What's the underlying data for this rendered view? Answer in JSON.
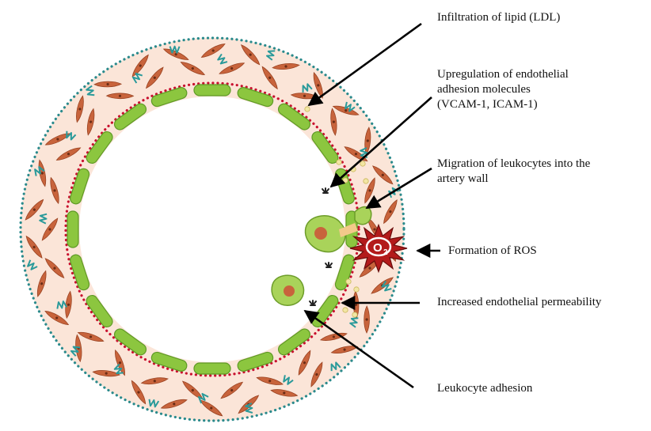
{
  "labels": {
    "lipid": "Infiltration of lipid (LDL)",
    "upregulation": [
      "Upregulation of endothelial",
      "adhesion molecules",
      "(VCAM-1, ICAM-1)"
    ],
    "migration": [
      "Migration of leukocytes into the",
      "artery wall"
    ],
    "ros": "Formation of ROS",
    "permeability": "Increased endothelial permeability",
    "adhesion": "Leukocyte adhesion"
  },
  "burst": {
    "symbol": "O",
    "subscript": "2"
  },
  "colors": {
    "adventitia_fill": "#fbe5d8",
    "outer_dots": "#2a8a8c",
    "inner_dots": "#c8102e",
    "endothelium": "#8cc63f",
    "endothelium_stroke": "#5e9a25",
    "smooth_muscle": "#c8643c",
    "collagen": "#2a9a9a",
    "leukocyte_nucleus": "#c8643c",
    "ros_burst": "#b31b1b",
    "lipid": "#f3e6a4"
  }
}
